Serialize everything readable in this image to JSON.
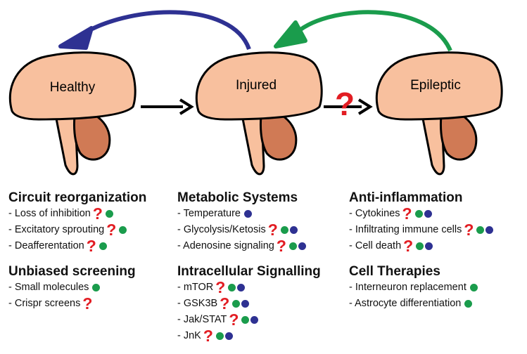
{
  "stages": [
    "Healthy",
    "Injured",
    "Epileptic"
  ],
  "transition_mark": "?",
  "colors": {
    "brain": "#f8c09e",
    "cerebellum": "#d07a55",
    "outline": "#000000",
    "arrow_blue": "#2e3192",
    "arrow_green": "#1a9c4c",
    "question": "#e21d23",
    "dot_green": "#1a9c4c",
    "dot_blue": "#2e3192"
  },
  "columns": [
    {
      "groups": [
        {
          "title": "Circuit reorganization",
          "items": [
            {
              "text": "- Loss of inhibition",
              "marks": [
                "q",
                "green"
              ]
            },
            {
              "text": "- Excitatory sprouting",
              "marks": [
                "q",
                "green"
              ]
            },
            {
              "text": "- Deafferentation",
              "marks": [
                "q",
                "green"
              ]
            }
          ]
        },
        {
          "title": "Unbiased screening",
          "items": [
            {
              "text": "- Small molecules",
              "marks": [
                "green"
              ]
            },
            {
              "text": "- Crispr screens",
              "marks": [
                "q"
              ]
            }
          ]
        }
      ]
    },
    {
      "groups": [
        {
          "title": "Metabolic Systems",
          "items": [
            {
              "text": "- Temperature",
              "marks": [
                "blue"
              ]
            },
            {
              "text": "- Glycolysis/Ketosis",
              "marks": [
                "q",
                "green",
                "blue"
              ]
            },
            {
              "text": "- Adenosine signaling",
              "marks": [
                "q",
                "green",
                "blue"
              ]
            }
          ]
        },
        {
          "title": "Intracellular Signalling",
          "items": [
            {
              "text": "- mTOR",
              "marks": [
                "q",
                "green",
                "blue"
              ]
            },
            {
              "text": "- GSK3B",
              "marks": [
                "q",
                "green",
                "blue"
              ]
            },
            {
              "text": "- Jak/STAT",
              "marks": [
                "q",
                "green",
                "blue"
              ]
            },
            {
              "text": "- JnK",
              "marks": [
                "q",
                "green",
                "blue"
              ]
            }
          ]
        }
      ]
    },
    {
      "groups": [
        {
          "title": "Anti-inflammation",
          "items": [
            {
              "text": "- Cytokines",
              "marks": [
                "q",
                "green",
                "blue"
              ]
            },
            {
              "text": "- Infiltrating immune cells",
              "marks": [
                "q",
                "green",
                "blue"
              ]
            },
            {
              "text": "- Cell death",
              "marks": [
                "q",
                "green",
                "blue"
              ]
            }
          ]
        },
        {
          "title": "Cell Therapies",
          "items": [
            {
              "text": "- Interneuron replacement",
              "marks": [
                "green"
              ]
            },
            {
              "text": "- Astrocyte differentiation",
              "marks": [
                "green"
              ]
            }
          ]
        }
      ]
    }
  ]
}
